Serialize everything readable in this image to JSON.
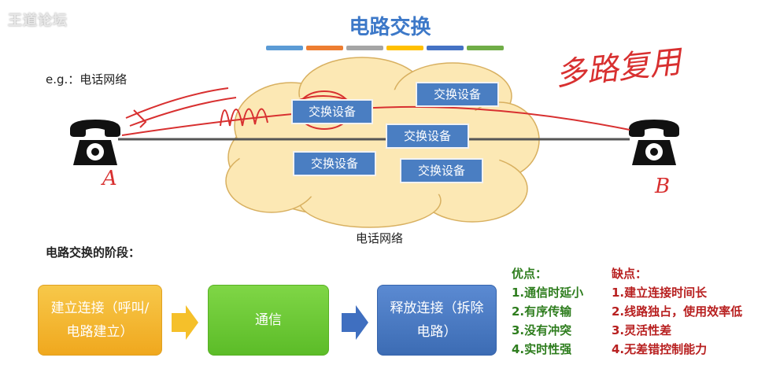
{
  "watermark": "王道论坛",
  "title": "电路交换",
  "stripe_colors": [
    "#5b9bd5",
    "#ed7d31",
    "#a5a5a5",
    "#ffc000",
    "#4472c4",
    "#70ad47"
  ],
  "example_label": "e.g.：电话网络",
  "cloud": {
    "label": "电话网络",
    "switches": [
      "交换设备",
      "交换设备",
      "交换设备",
      "交换设备",
      "交换设备"
    ]
  },
  "endpoints": {
    "left_icon": "telephone-icon",
    "right_icon": "telephone-icon"
  },
  "handwriting": {
    "top_right": "多路复用",
    "left_endpoint": "A",
    "right_endpoint": "B"
  },
  "stages_heading": "电路交换的阶段：",
  "stages": [
    {
      "label": "建立连接（呼叫/电路建立）"
    },
    {
      "label": "通信"
    },
    {
      "label": "释放连接（拆除电路）"
    }
  ],
  "pros": {
    "heading": "优点：",
    "items": [
      "1.通信时延小",
      "2.有序传输",
      "3.没有冲突",
      "4.实时性强"
    ]
  },
  "cons": {
    "heading": "缺点：",
    "items": [
      "1.建立连接时间长",
      "2.线路独占，使用效率低",
      "3.灵活性差",
      "4.无差错控制能力"
    ]
  }
}
